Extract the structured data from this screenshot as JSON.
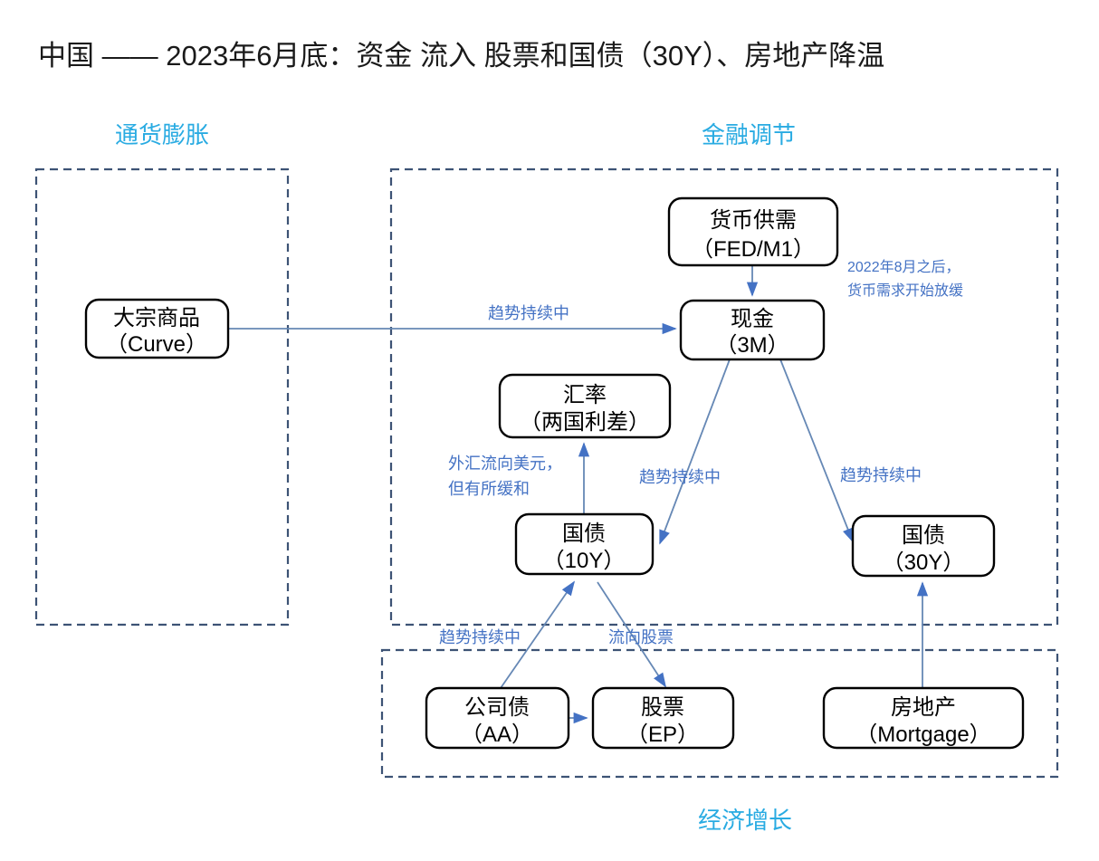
{
  "title": "中国 —— 2023年6月底：资金 流入 股票和国债（30Y）、房地产降温",
  "colors": {
    "group_label": "#29ABE2",
    "panel_border": "#3d5375",
    "edge": "#6688b5",
    "edge_label": "#4472C4",
    "node_border": "#000000",
    "node_fill": "#ffffff",
    "title": "#1a1a1a"
  },
  "groups": {
    "inflation": {
      "label": "通货膨胀",
      "position": "top-left"
    },
    "financial": {
      "label": "金融调节",
      "position": "top-right"
    },
    "growth": {
      "label": "经济增长",
      "position": "bottom-center"
    }
  },
  "nodes": {
    "commodity": {
      "line1": "大宗商品",
      "line2": "（Curve）"
    },
    "money": {
      "line1": "货币供需",
      "line2": "（FED/M1）"
    },
    "cash": {
      "line1": "现金",
      "line2": "（3M）"
    },
    "fx": {
      "line1": "汇率",
      "line2": "（两国利差）"
    },
    "bond10y": {
      "line1": "国债",
      "line2": "（10Y）"
    },
    "bond30y": {
      "line1": "国债",
      "line2": "（30Y）"
    },
    "corpbond": {
      "line1": "公司债",
      "line2": "（AA）"
    },
    "equity": {
      "line1": "股票",
      "line2": "（EP）"
    },
    "realestate": {
      "line1": "房地产",
      "line2": "（Mortgage）"
    }
  },
  "edge_labels": {
    "commodity_to_cash": "趋势持续中",
    "cash_to_bond10y": "趋势持续中",
    "cash_to_bond30y": "趋势持续中",
    "bond10y_to_fx_l1": "外汇流向美元，",
    "bond10y_to_fx_l2": "但有所缓和",
    "corpbond_to_bond10y": "趋势持续中",
    "equity_flow": "流向股票"
  },
  "notes": {
    "money_demand_l1": "2022年8月之后，",
    "money_demand_l2": "货币需求开始放缓"
  }
}
